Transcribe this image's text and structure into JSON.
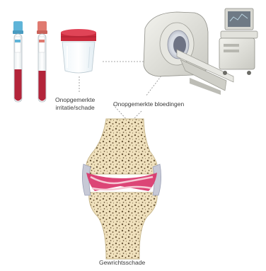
{
  "labels": {
    "irritation": [
      "Onopgemerkte",
      "irritatie/schade"
    ],
    "bleeding": "Onopgemerkte bloedingen",
    "joint_damage": "Gewrichtsschade"
  },
  "icons": {
    "tube_left": "blood-tube-icon",
    "tube_right": "blood-tube-icon",
    "container": "specimen-container-icon",
    "scanner": "mri-scanner-icon",
    "joint": "knee-joint-icon"
  },
  "colors": {
    "blood": "#b3243a",
    "cap_blue": "#5fb4d8",
    "cap_red": "#e07a70",
    "container_lid": "#c92a3c",
    "bone": "#f0e1bd",
    "bone_dots": "#6d5a3c",
    "inflamed_tissue": "#d9356a",
    "connector": "#8a8a8a"
  }
}
